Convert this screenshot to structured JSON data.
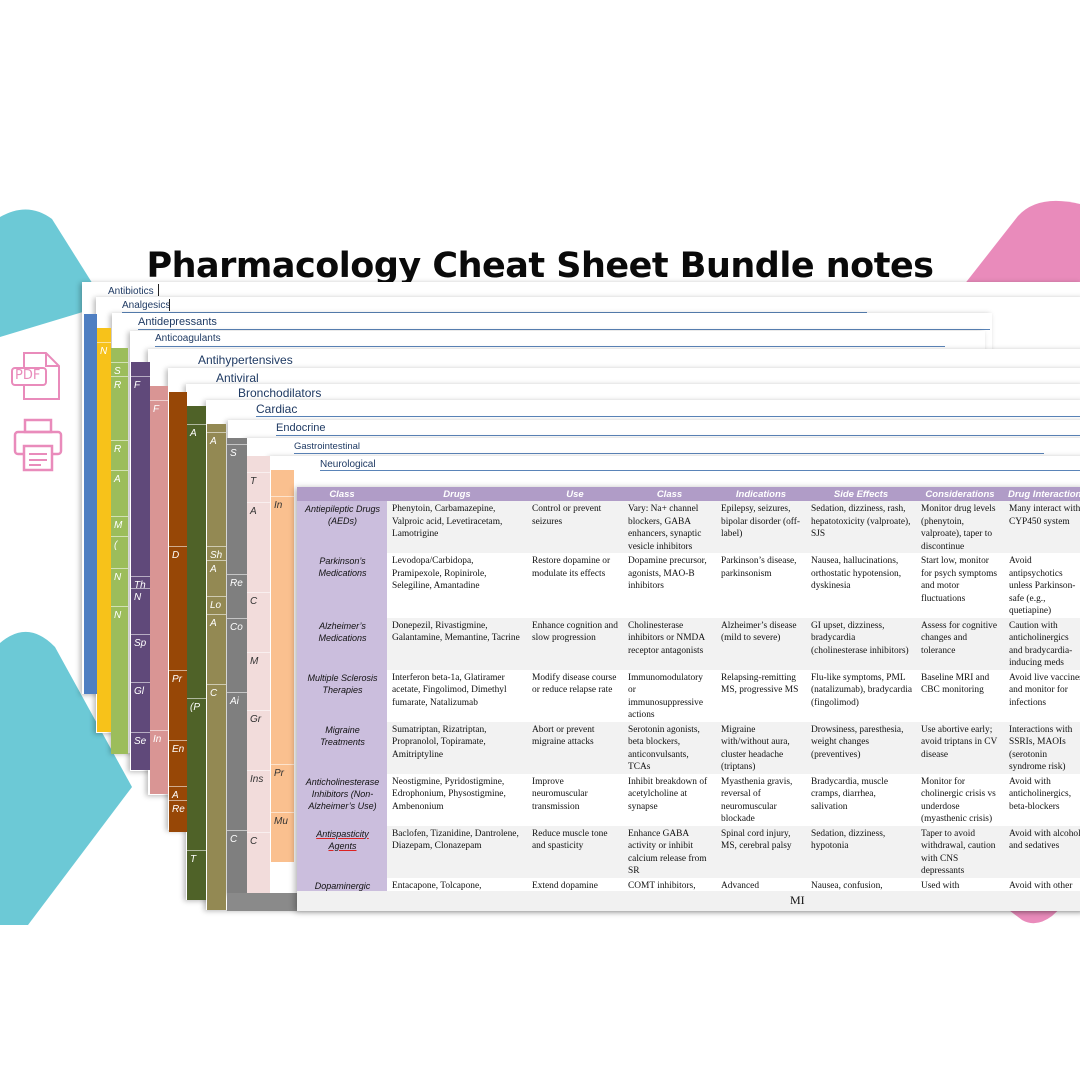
{
  "title": "Pharmacology Cheat Sheet Bundle notes",
  "icons": {
    "pdf": "pdf-file-icon",
    "print": "printer-icon",
    "pdf_label": "PDF"
  },
  "colors": {
    "teal": "#6cc9d6",
    "pink": "#e98bbb",
    "header": "#b09cc7",
    "class_col": "#cbbedd",
    "tab_text": "#1f3a63"
  },
  "tabs": [
    {
      "label": "Antibiotics"
    },
    {
      "label": "Analgesics"
    },
    {
      "label": "Antidepressants"
    },
    {
      "label": "Anticoagulants"
    },
    {
      "label": "Antihypertensives"
    },
    {
      "label": "Antiviral"
    },
    {
      "label": "Bronchodilators"
    },
    {
      "label": "Cardiac"
    },
    {
      "label": "Endocrine"
    },
    {
      "label": "Gastrointestinal"
    },
    {
      "label": "Neurological"
    }
  ],
  "strips": [
    {
      "color": "#4f7fc2",
      "cells": []
    },
    {
      "color": "#f7c21a",
      "cells": [
        "N"
      ]
    },
    {
      "color": "#9cbd5b",
      "cells": [
        "S",
        "R",
        "R",
        "A",
        "M",
        "(",
        "N",
        "N"
      ]
    },
    {
      "color": "#60497a",
      "cells": [
        "F",
        "Th",
        "N",
        "Sp",
        "Gl",
        "Se"
      ]
    },
    {
      "color": "#d99594",
      "cells": [
        "F",
        "In"
      ]
    },
    {
      "color": "#974706",
      "cells": [
        "D",
        "Pr",
        "En",
        "A",
        "Re"
      ]
    },
    {
      "color": "#4f6228",
      "cells": [
        "A",
        "(P",
        "T"
      ]
    },
    {
      "color": "#938953",
      "cells": [
        "A",
        "Sh",
        "A",
        "Lo",
        "A",
        "C"
      ]
    },
    {
      "color": "#7f7f7f",
      "cells": [
        "S",
        "Re",
        "Co",
        "Ai",
        "C"
      ]
    },
    {
      "color": "#f2dcdb",
      "cells": [
        "T",
        "A",
        "C",
        "M",
        "Gr",
        "Ins",
        "C"
      ]
    },
    {
      "color": "#fac08f",
      "cells": [
        "In",
        "Pr",
        "Mu"
      ]
    }
  ],
  "table": {
    "headers": [
      "Class",
      "Drugs",
      "Use",
      "Class",
      "Indications",
      "Side Effects",
      "Considerations",
      "Drug Interactions"
    ],
    "rows": [
      [
        "Antiepileptic Drugs (AEDs)",
        "Phenytoin, Carbamazepine, Valproic acid, Levetiracetam, Lamotrigine",
        "Control or prevent seizures",
        "Vary: Na+ channel blockers, GABA enhancers, synaptic vesicle inhibitors",
        "Epilepsy, seizures, bipolar disorder (off-label)",
        "Sedation, dizziness, rash, hepatotoxicity (valproate), SJS",
        "Monitor drug levels (phenytoin, valproate), taper to discontinue",
        "Many interact with CYP450 system"
      ],
      [
        "Parkinson’s Medications",
        "Levodopa/Carbidopa, Pramipexole, Ropinirole, Selegiline, Amantadine",
        "Restore dopamine or modulate its effects",
        "Dopamine precursor, agonists, MAO-B inhibitors",
        "Parkinson’s disease, parkinsonism",
        "Nausea, hallucinations, orthostatic hypotension, dyskinesia",
        "Start low, monitor for psych symptoms and motor fluctuations",
        "Avoid antipsychotics unless Parkinson-safe (e.g., quetiapine)"
      ],
      [
        "Alzheimer’s Medications",
        "Donepezil, Rivastigmine, Galantamine, Memantine, Tacrine",
        "Enhance cognition and slow progression",
        "Cholinesterase inhibitors or NMDA receptor antagonists",
        "Alzheimer’s disease (mild to severe)",
        "GI upset, dizziness, bradycardia (cholinesterase inhibitors)",
        "Assess for cognitive changes and tolerance",
        "Caution with anticholinergics and bradycardia-inducing meds"
      ],
      [
        "Multiple Sclerosis Therapies",
        "Interferon beta-1a, Glatiramer acetate, Fingolimod, Dimethyl fumarate, Natalizumab",
        "Modify disease course or reduce relapse rate",
        "Immunomodulatory or immunosuppressive actions",
        "Relapsing-remitting MS, progressive MS",
        "Flu-like symptoms, PML (natalizumab), bradycardia (fingolimod)",
        "Baseline MRI and CBC monitoring",
        "Avoid live vaccines and monitor for infections"
      ],
      [
        "Migraine Treatments",
        "Sumatriptan, Rizatriptan, Propranolol, Topiramate, Amitriptyline",
        "Abort or prevent migraine attacks",
        "Serotonin agonists, beta blockers, anticonvulsants, TCAs",
        "Migraine with/without aura, cluster headache (triptans)",
        "Drowsiness, paresthesia, weight changes (preventives)",
        "Use abortive early; avoid triptans in CV disease",
        "Interactions with SSRIs, MAOIs (serotonin syndrome risk)"
      ],
      [
        "Anticholinesterase Inhibitors (Non-Alzheimer’s Use)",
        "Neostigmine, Pyridostigmine, Edrophonium, Physostigmine, Ambenonium",
        "Improve neuromuscular transmission",
        "Inhibit breakdown of acetylcholine at synapse",
        "Myasthenia gravis, reversal of neuromuscular blockade",
        "Bradycardia, muscle cramps, diarrhea, salivation",
        "Monitor for cholinergic crisis vs underdose (myasthenic crisis)",
        "Avoid with anticholinergics, beta-blockers"
      ],
      [
        "Antispasticity Agents",
        "Baclofen, Tizanidine, Dantrolene, Diazepam, Clonazepam",
        "Reduce muscle tone and spasticity",
        "Enhance GABA activity or inhibit calcium release from SR",
        "Spinal cord injury, MS, cerebral palsy",
        "Sedation, dizziness, hypotonia",
        "Taper to avoid withdrawal, caution with CNS depressants",
        "Avoid with alcohol and sedatives"
      ],
      [
        "Dopaminergic Adjuncts (Parkinson’s add-",
        "Entacapone, Tolcapone, Rasagiline, Safinamide, Apomorphine",
        "Extend dopamine action or mimic it",
        "COMT inhibitors, MAO-B inhibitors, dopamine agonists",
        "Advanced Parkinson’s disease",
        "Nausea, confusion, dyskinesia, liver toxicity (tolcapone)",
        "Used with levodopa/carbidopa; monitor LFTs",
        "Avoid with other MAOIs, serotonergic agents"
      ]
    ]
  },
  "footer": {
    "label": "MI"
  }
}
